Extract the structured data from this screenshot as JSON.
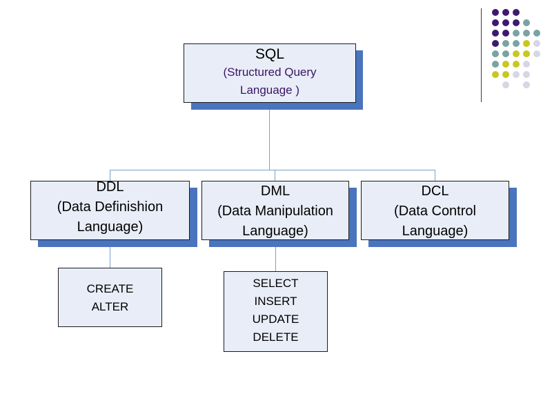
{
  "root": {
    "title": "SQL",
    "subtitle_line1": "(Structured Query",
    "subtitle_line2": "Language )"
  },
  "categories": [
    {
      "line1": "DDL",
      "line2": "(Data Definishion",
      "line3": "Language)"
    },
    {
      "line1": "DML",
      "line2": "(Data Manipulation",
      "line3": "Language)"
    },
    {
      "line1": "DCL",
      "line2": "(Data Control",
      "line3": "Language)"
    }
  ],
  "ddl_commands": [
    "CREATE",
    "ALTER"
  ],
  "dml_commands": [
    "SELECT",
    "INSERT",
    "UPDATE",
    "DELETE"
  ],
  "colors": {
    "box_fill": "#e8edf7",
    "box_shadow": "#4a74bd",
    "connector": "#7a9fc9",
    "subtitle_text": "#3b1466",
    "dot_purple": "#3d1a6e",
    "dot_teal": "#7aa3a3",
    "dot_yellow": "#c8c81e",
    "dot_lavender": "#d6d6e6"
  }
}
